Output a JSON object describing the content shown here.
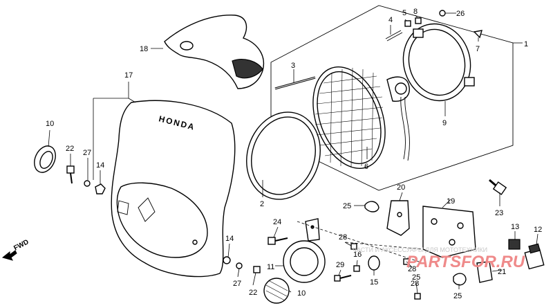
{
  "brand_text": "HONDA",
  "direction_label": "FWD",
  "callouts": [
    "1",
    "2",
    "3",
    "4",
    "5",
    "6",
    "7",
    "8",
    "9",
    "10",
    "10",
    "11",
    "12",
    "13",
    "14",
    "14",
    "15",
    "16",
    "17",
    "18",
    "19",
    "20",
    "21",
    "22",
    "22",
    "23",
    "24",
    "25",
    "25",
    "25",
    "26",
    "27",
    "27",
    "28",
    "28",
    "28",
    "29"
  ],
  "watermark": {
    "line": "ЧАСТИ И АКСЕССУАРЫ ДЛЯ МОТОТЕХНИКИ",
    "brand": "PARTSFOR.RU"
  }
}
